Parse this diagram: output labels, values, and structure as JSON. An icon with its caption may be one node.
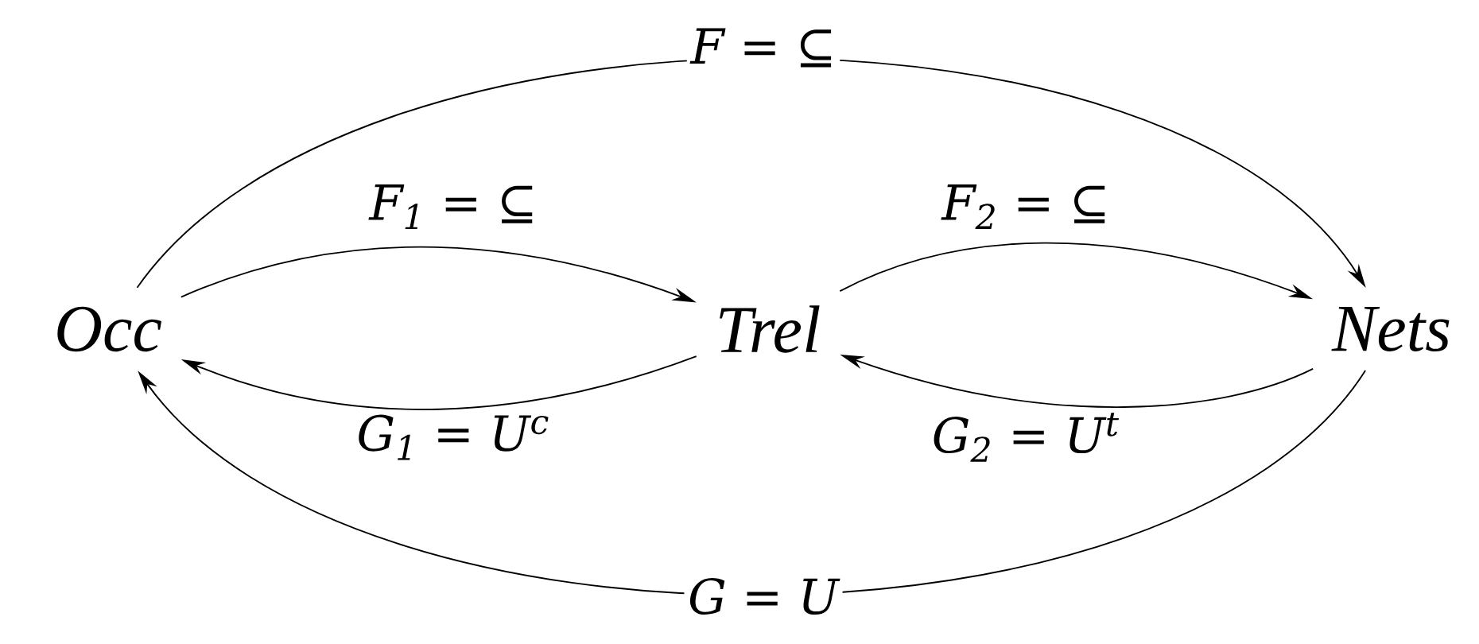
{
  "diagram": {
    "nodes": [
      {
        "text": [
          "Occ"
        ]
      },
      {
        "text": [
          "Trel"
        ]
      },
      {
        "text": [
          "Nets"
        ]
      }
    ],
    "edges": [
      {
        "from": 0,
        "to": 2,
        "arrow": "to",
        "label": "F = ⊆"
      },
      {
        "from": 0,
        "to": 1,
        "arrow": "to",
        "label": "F$_{1}$ = ⊆"
      },
      {
        "from": 1,
        "to": 0,
        "arrow": "to",
        "label": "G$_{1}$ = U$^{c}$"
      },
      {
        "from": 1,
        "to": 2,
        "arrow": "to",
        "label": "F$_{2}$ = ⊆"
      },
      {
        "from": 2,
        "to": 1,
        "arrow": "to",
        "label": "G$_{2}$ = U$^{t}$"
      },
      {
        "from": 2,
        "to": 0,
        "arrow": "to",
        "label": "G = U"
      }
    ]
  }
}
